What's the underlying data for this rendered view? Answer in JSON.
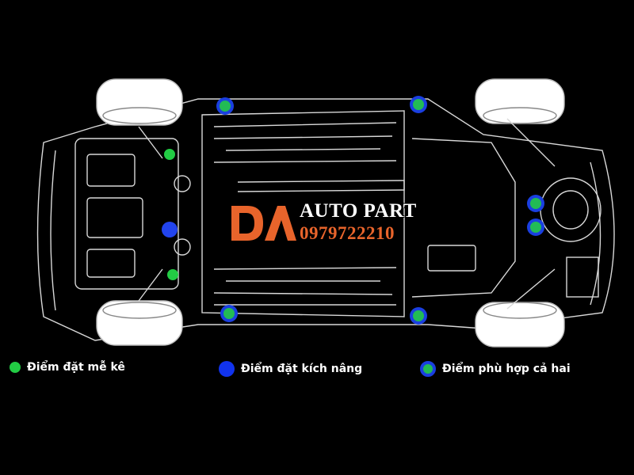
{
  "logo": {
    "mark": "DA",
    "brand": "AUTO PART",
    "phone": "0979722210"
  },
  "colors": {
    "green": "#22cc44",
    "blue": "#1133ee",
    "both_fill": "#22bb55",
    "both_ring": "#1a3fe0",
    "accent": "#e8642b",
    "line": "#d8d8d8"
  },
  "legend": [
    {
      "label": "Điểm đặt mễ kê",
      "marker": "green-dot"
    },
    {
      "label": "Điểm đặt kích nâng",
      "marker": "blue-dot"
    },
    {
      "label": "Điểm phù hợp cả hai",
      "marker": "green-blue-ring-dot"
    }
  ]
}
